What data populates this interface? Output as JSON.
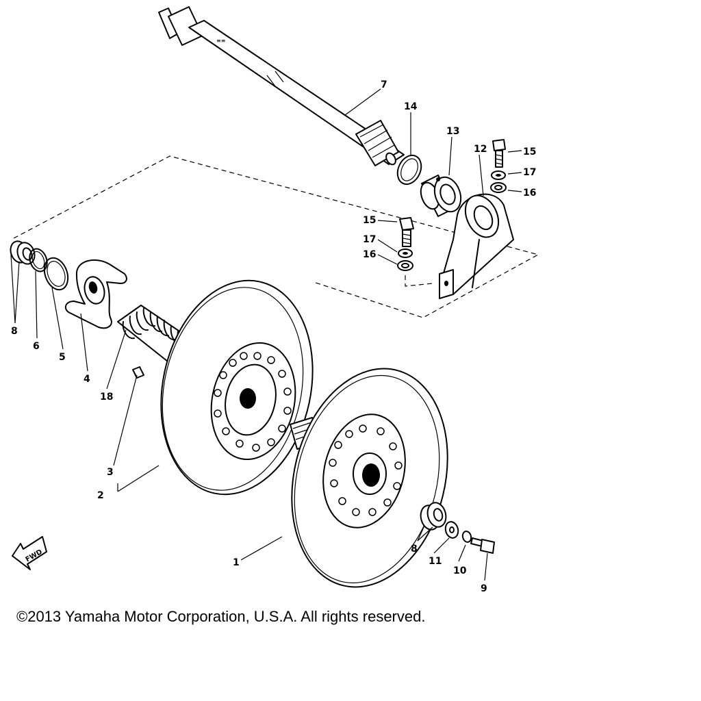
{
  "diagram": {
    "callouts": [
      {
        "id": "c1",
        "text": "1"
      },
      {
        "id": "c2",
        "text": "2"
      },
      {
        "id": "c3",
        "text": "3"
      },
      {
        "id": "c4",
        "text": "4"
      },
      {
        "id": "c5",
        "text": "5"
      },
      {
        "id": "c6",
        "text": "6"
      },
      {
        "id": "c7",
        "text": "7"
      },
      {
        "id": "c8a",
        "text": "8"
      },
      {
        "id": "c8b",
        "text": "8"
      },
      {
        "id": "c9",
        "text": "9"
      },
      {
        "id": "c10",
        "text": "10"
      },
      {
        "id": "c11",
        "text": "11"
      },
      {
        "id": "c12",
        "text": "12"
      },
      {
        "id": "c13",
        "text": "13"
      },
      {
        "id": "c14",
        "text": "14"
      },
      {
        "id": "c15a",
        "text": "15"
      },
      {
        "id": "c15b",
        "text": "15"
      },
      {
        "id": "c16a",
        "text": "16"
      },
      {
        "id": "c16b",
        "text": "16"
      },
      {
        "id": "c17a",
        "text": "17"
      },
      {
        "id": "c17b",
        "text": "17"
      },
      {
        "id": "c18",
        "text": "18"
      }
    ],
    "fwd_label": "FWD"
  },
  "footer": {
    "copyright": "©2013 Yamaha Motor Corporation, U.S.A. All rights reserved."
  }
}
